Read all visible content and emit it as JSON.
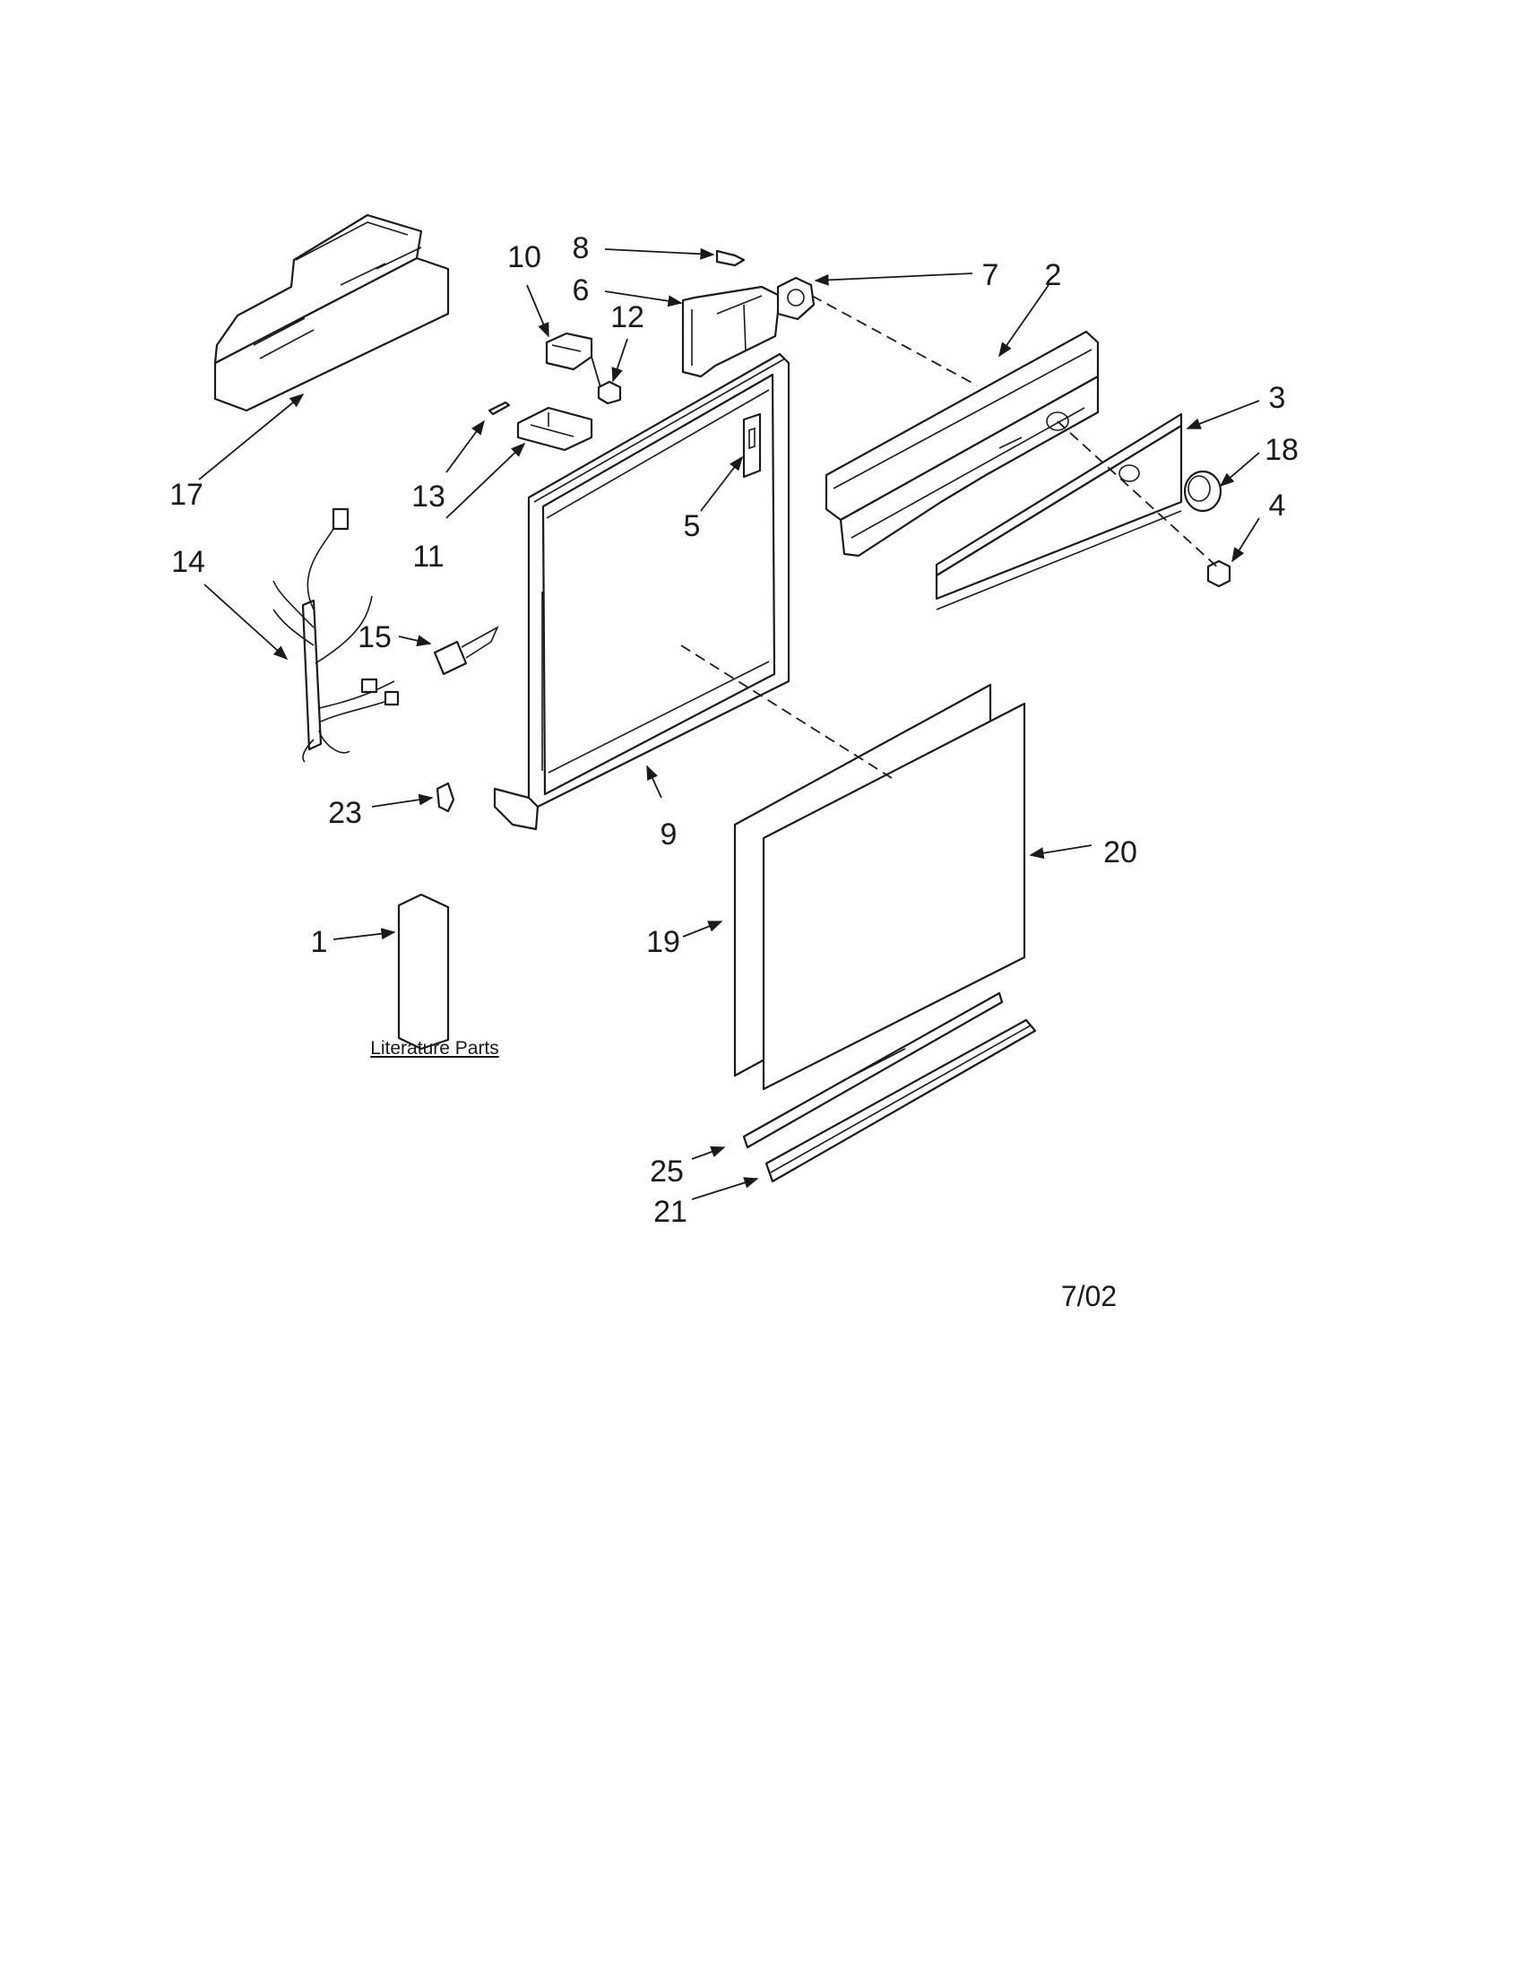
{
  "callouts": {
    "p1": "1",
    "p2": "2",
    "p3": "3",
    "p4": "4",
    "p5": "5",
    "p6": "6",
    "p7": "7",
    "p8": "8",
    "p9": "9",
    "p10": "10",
    "p11": "11",
    "p12": "12",
    "p13": "13",
    "p14": "14",
    "p15": "15",
    "p17": "17",
    "p18": "18",
    "p19": "19",
    "p20": "20",
    "p21": "21",
    "p23": "23",
    "p25": "25"
  },
  "literature_caption": "Literature Parts",
  "revision_date": "7/02"
}
